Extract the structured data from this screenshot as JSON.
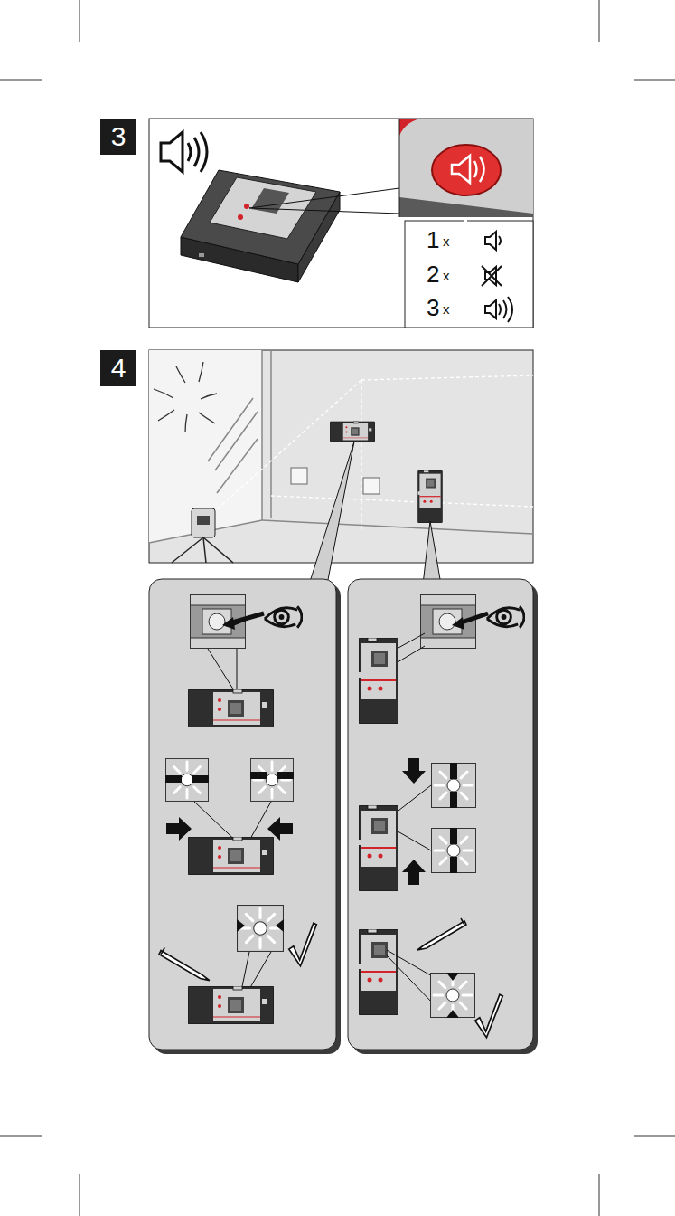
{
  "diagram": {
    "nodes": [
      {
        "text": [
          "3"
        ]
      },
      {
        "text": [
          "4"
        ]
      }
    ],
    "labels": [
      "1",
      "x",
      "2",
      "x",
      "3",
      "x"
    ]
  }
}
